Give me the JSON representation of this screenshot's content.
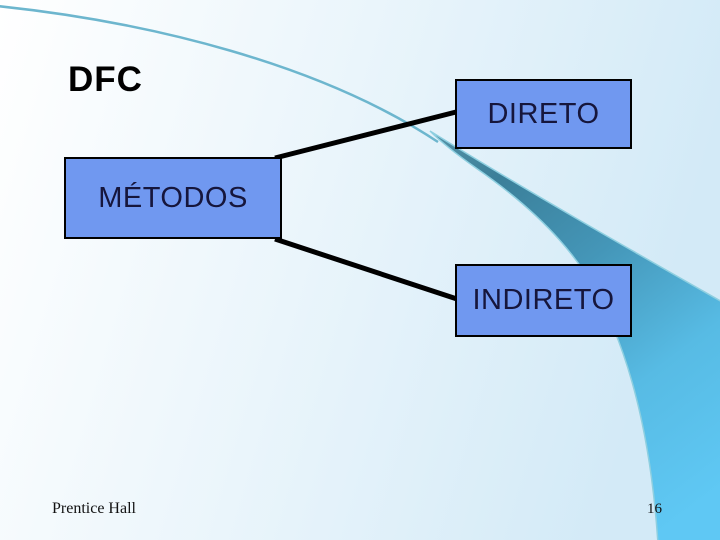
{
  "slide": {
    "title": "DFC",
    "diagram": {
      "root_box": {
        "label": "MÉTODOS"
      },
      "children": [
        {
          "label": "DIRETO"
        },
        {
          "label": "INDIRETO"
        }
      ]
    },
    "footer": {
      "left": "Prentice Hall",
      "page_number": "16"
    },
    "colors": {
      "box_fill": "#7098f0",
      "box_border": "#000000",
      "box_text": "#16163c",
      "connector": "#000000",
      "swoosh_teal": "#3b7f99",
      "swoosh_cyan": "#5fc8f4",
      "curve_line": "#6db6ce",
      "background_tint": "#d3eaf7"
    }
  }
}
